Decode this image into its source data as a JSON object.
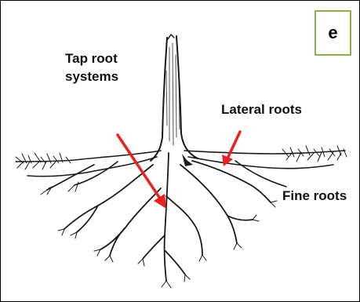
{
  "panel_label": "e",
  "labels": {
    "tap_root": [
      "Tap root",
      "systems"
    ],
    "lateral_roots": "Lateral roots",
    "fine_roots": "Fine roots"
  },
  "colors": {
    "arrow": "#e8231f",
    "panel_border": "#8cb04a",
    "ink": "#1a1a1a"
  }
}
